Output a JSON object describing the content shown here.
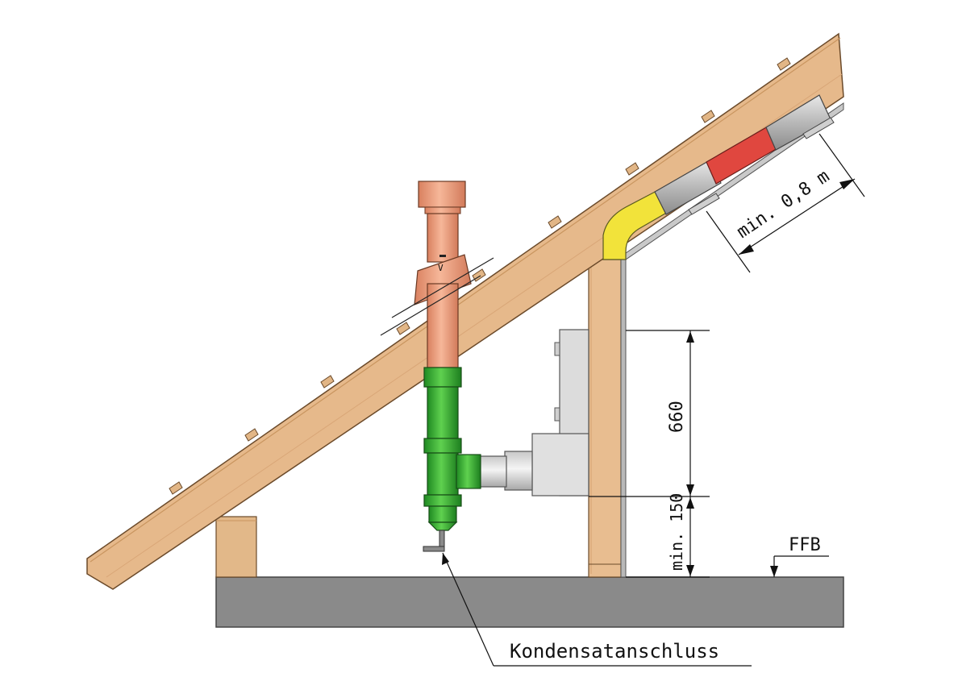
{
  "labels": {
    "dim_vertical_upper": "660",
    "dim_vertical_lower": "min. 150",
    "dim_slope": "min. 0,8  m",
    "floor_level": "FFB",
    "condensate": "Kondensatanschluss",
    "pipe_mark": "V"
  },
  "colors": {
    "wood": "#e6b98b",
    "wood_dark": "#c8925c",
    "floor": "#8a8a8a",
    "pipe_orange": "#eba385",
    "pipe_green": "#3cb63c",
    "pipe_grey": "#b5b5b5",
    "pipe_red": "#e0473f",
    "pipe_yellow": "#f2e33a",
    "boiler": "#dddddd"
  }
}
